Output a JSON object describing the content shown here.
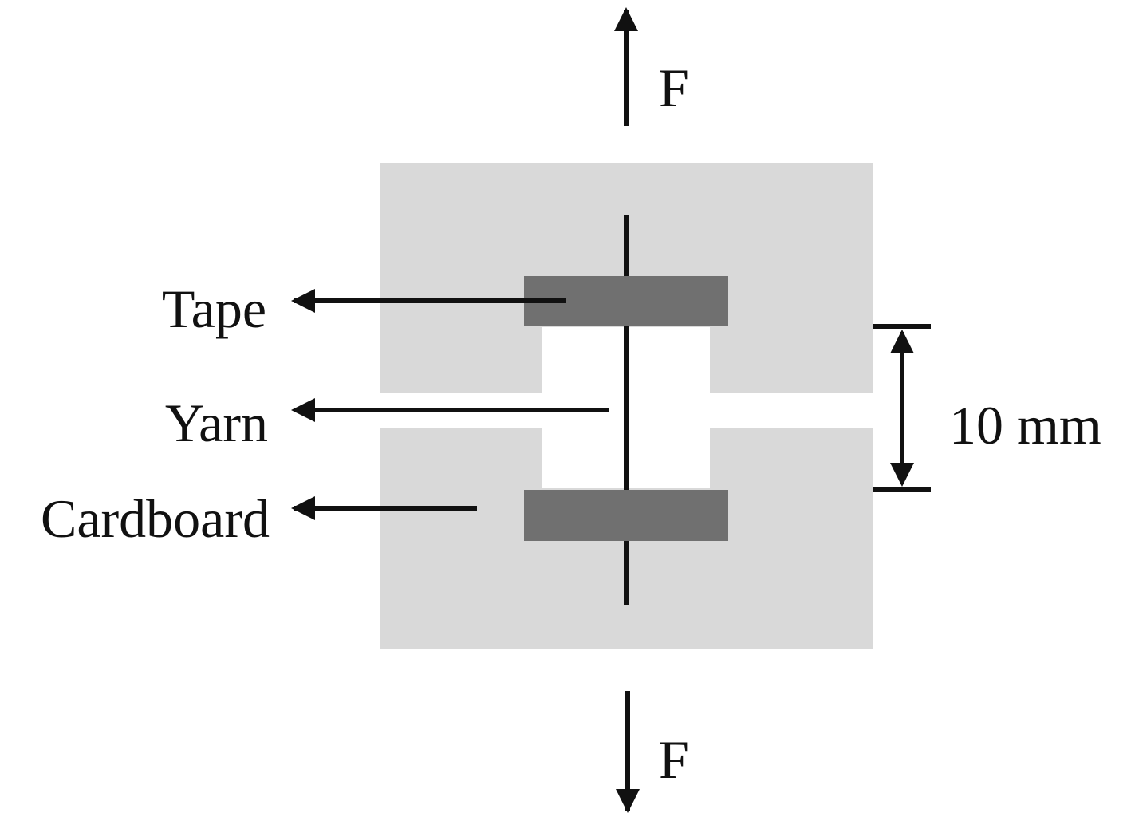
{
  "labels": {
    "force_top": "F",
    "force_bottom": "F",
    "tape": "Tape",
    "yarn": "Yarn",
    "cardboard": "Cardboard",
    "gauge_length": "10 mm"
  },
  "colors": {
    "cardboard": "#d9d9d9",
    "tape": "#707070",
    "line": "#111111",
    "background": "#ffffff"
  }
}
